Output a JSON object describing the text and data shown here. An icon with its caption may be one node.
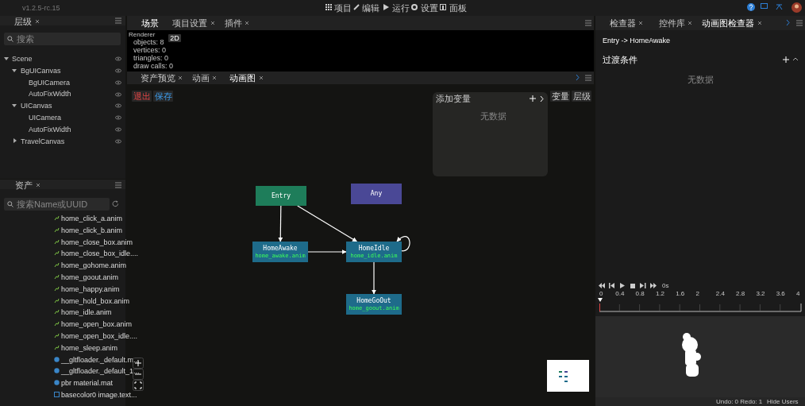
{
  "diagram": {
    "nodes": [
      {
        "text": [
          "Entry"
        ]
      },
      {
        "text": [
          "Any"
        ]
      },
      {
        "text": [
          "HomeAwake",
          "home_awake.anim"
        ]
      },
      {
        "text": [
          "HomeIdle",
          "home_idle.anim"
        ]
      },
      {
        "text": [
          "HomeGoOut",
          "home_goout.anim"
        ]
      }
    ],
    "edges": [
      {
        "from": 0,
        "to": 2,
        "arrow": "to"
      },
      {
        "from": 0,
        "to": 3,
        "arrow": "to"
      },
      {
        "from": 2,
        "to": 3,
        "arrow": "to"
      },
      {
        "from": 3,
        "to": 3,
        "arrow": "to"
      },
      {
        "from": 3,
        "to": 4,
        "arrow": "to"
      }
    ],
    "labels": [
      "v1.2.5-rc.15",
      "项目",
      "编辑",
      "运行",
      "设置",
      "面板",
      "层级",
      "搜索",
      "Scene",
      "BgUICanvas",
      "BgUICamera",
      "AutoFixWidth",
      "UICanvas",
      "UICamera",
      "AutoFixWidth",
      "TravelCanvas",
      "场景",
      "项目设置",
      "插件",
      "Renderer",
      "2D",
      "objects: 8",
      "vertices: 0",
      "triangles: 0",
      "draw calls: 0",
      "资产预览",
      "动画",
      "动画图",
      "退出",
      "保存",
      "添加变量",
      "无数据",
      "变量",
      "层级",
      "检查器",
      "控件库",
      "动画图检查器",
      "Entry -> HomeAwake",
      "过渡条件",
      "无数据",
      "资产",
      "搜索Name或UUID",
      "home_click_a.anim",
      "home_click_b.anim",
      "home_close_box.anim",
      "home_close_box_idle....",
      "home_gohome.anim",
      "home_goout.anim",
      "home_happy.anim",
      "home_hold_box.anim",
      "home_idle.anim",
      "home_open_box.anim",
      "home_open_box_idle....",
      "home_sleep.anim",
      "__gltfloader._default.m...",
      "__gltfloader._default_1...",
      "pbr material.mat",
      "basecolor0 image.text...",
      "0s",
      "0",
      "0.4",
      "0.8",
      "1.2",
      "1.6",
      "2",
      "2.4",
      "2.8",
      "3.2",
      "3.6",
      "4",
      "Undo: 0 Redo: 1",
      "Hide Users"
    ]
  }
}
